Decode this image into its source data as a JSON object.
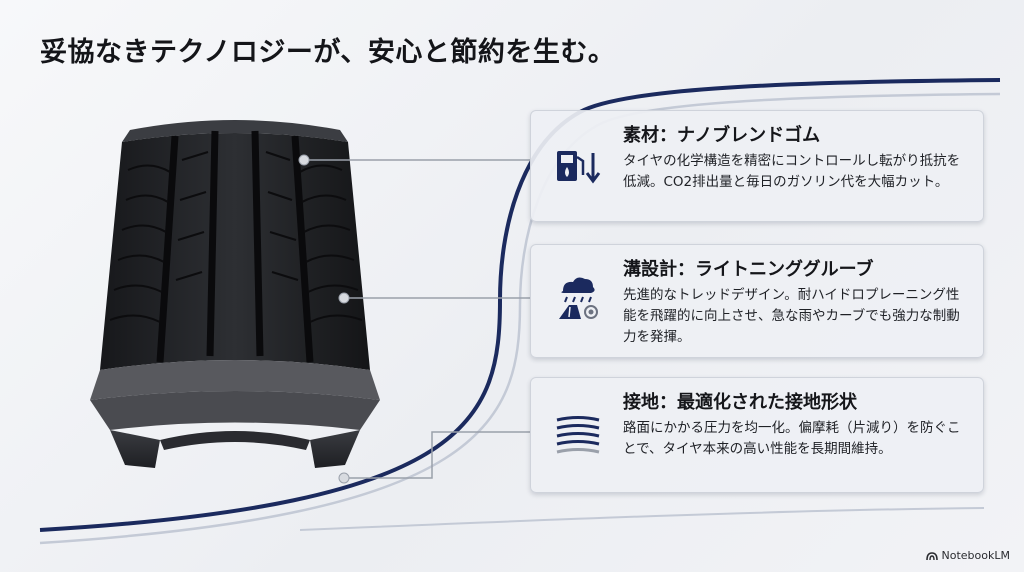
{
  "title": "妥協なきテクノロジーが、安心と節約を生む。",
  "features": [
    {
      "title": "素材：ナノブレンドゴム",
      "body": "タイヤの化学構造を精密にコントロールし転がり抵抗を低減。CO2排出量と毎日のガソリン代を大幅カット。",
      "icon": "fuel-pump-icon"
    },
    {
      "title": "溝設計：ライトニンググルーブ",
      "body": "先進的なトレッドデザイン。耐ハイドロプレーニング性能を飛躍的に向上させ、急な雨やカーブでも強力な制動力を発揮。",
      "icon": "rain-road-icon"
    },
    {
      "title": "接地：最適化された接地形状",
      "body": "路面にかかる圧力を均一化。偏摩耗（片減り）を防ぐことで、タイヤ本来の高い性能を長期間維持。",
      "icon": "contact-lines-icon"
    }
  ],
  "brand": "NotebookLM",
  "colors": {
    "accent_navy": "#1b2a5e",
    "accent_light": "#c4cad6",
    "card_border": "#cfd3db"
  }
}
